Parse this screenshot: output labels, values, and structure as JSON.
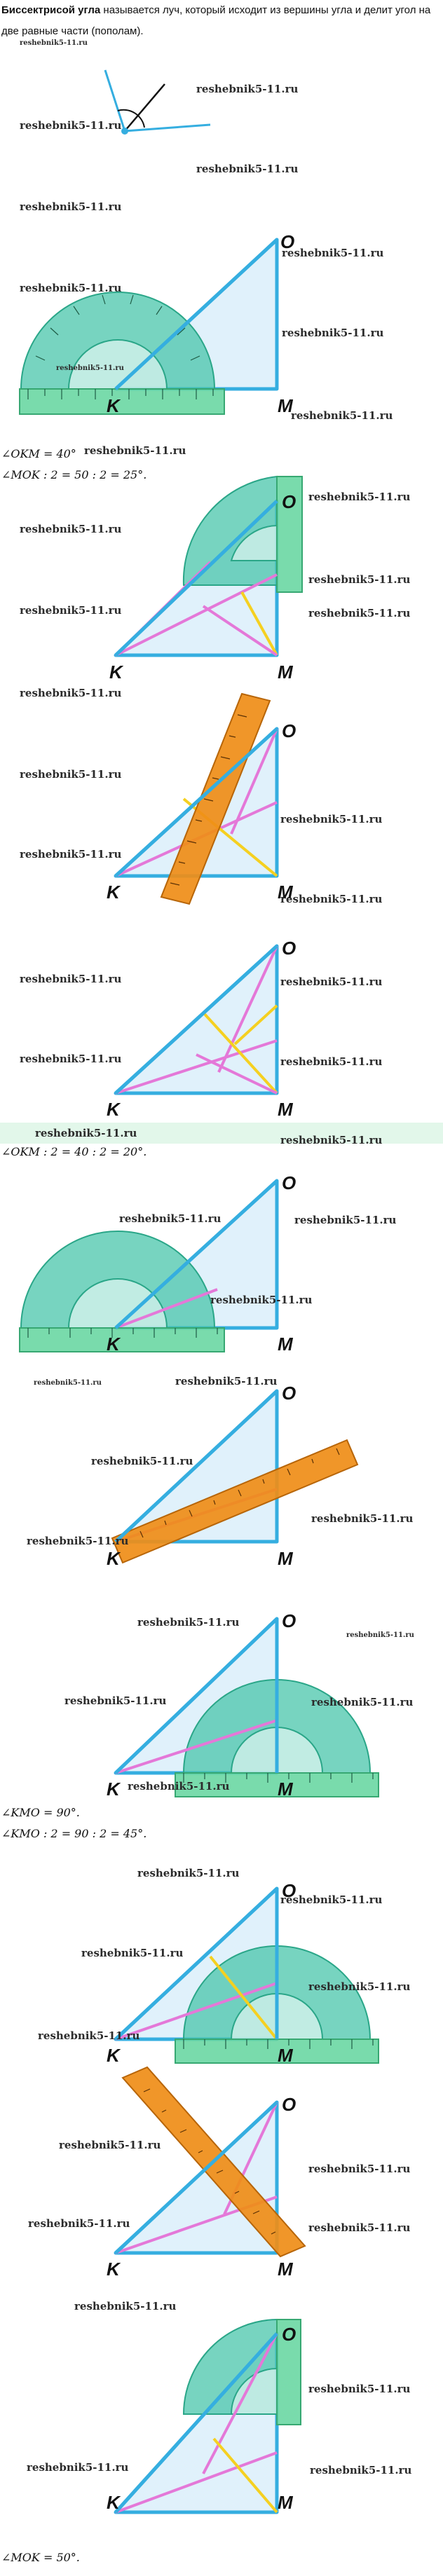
{
  "intro": {
    "term": "Биссектрисой угла",
    "rest": " называется луч, который исходит из вершины угла и делит угол на две равные части (пополам)."
  },
  "watermark": "reshebnik5-11.ru",
  "labels": {
    "O": "O",
    "K": "K",
    "M": "M"
  },
  "equations": {
    "okm": "∠OKM = 40°",
    "mok_half_40": "∠MOK : 2 = 50 : 2 = 25°.",
    "okm_half": "∠OKM : 2 = 40 : 2 = 20°.",
    "kmo": "∠KMO = 90°.",
    "kmo_half": "∠KMO : 2 = 90 : 2 = 45°.",
    "mok": "∠MOK = 50°."
  },
  "colors": {
    "triangle_edge": "#35aee0",
    "triangle_fill": "#e0f1fb",
    "bisector": "#e478d8",
    "construction": "#f5d020",
    "protractor": "#43c4a8",
    "ruler_green": "#66d6a0",
    "ruler_orange": "#ef8d17",
    "highlight_band": "#e2f7ea"
  }
}
